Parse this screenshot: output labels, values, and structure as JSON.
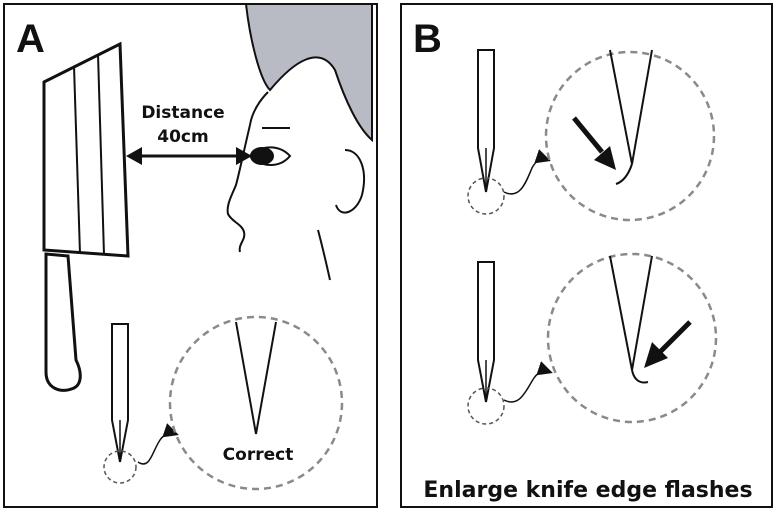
{
  "panelA": {
    "letter": "A",
    "distance_label": "Distance",
    "distance_value": "40cm",
    "correct_label": "Correct"
  },
  "panelB": {
    "letter": "B",
    "caption": "Enlarge knife edge flashes"
  },
  "colors": {
    "line": "#111111",
    "dashed": "#8a8a8a",
    "hair": "#b8bac4"
  }
}
